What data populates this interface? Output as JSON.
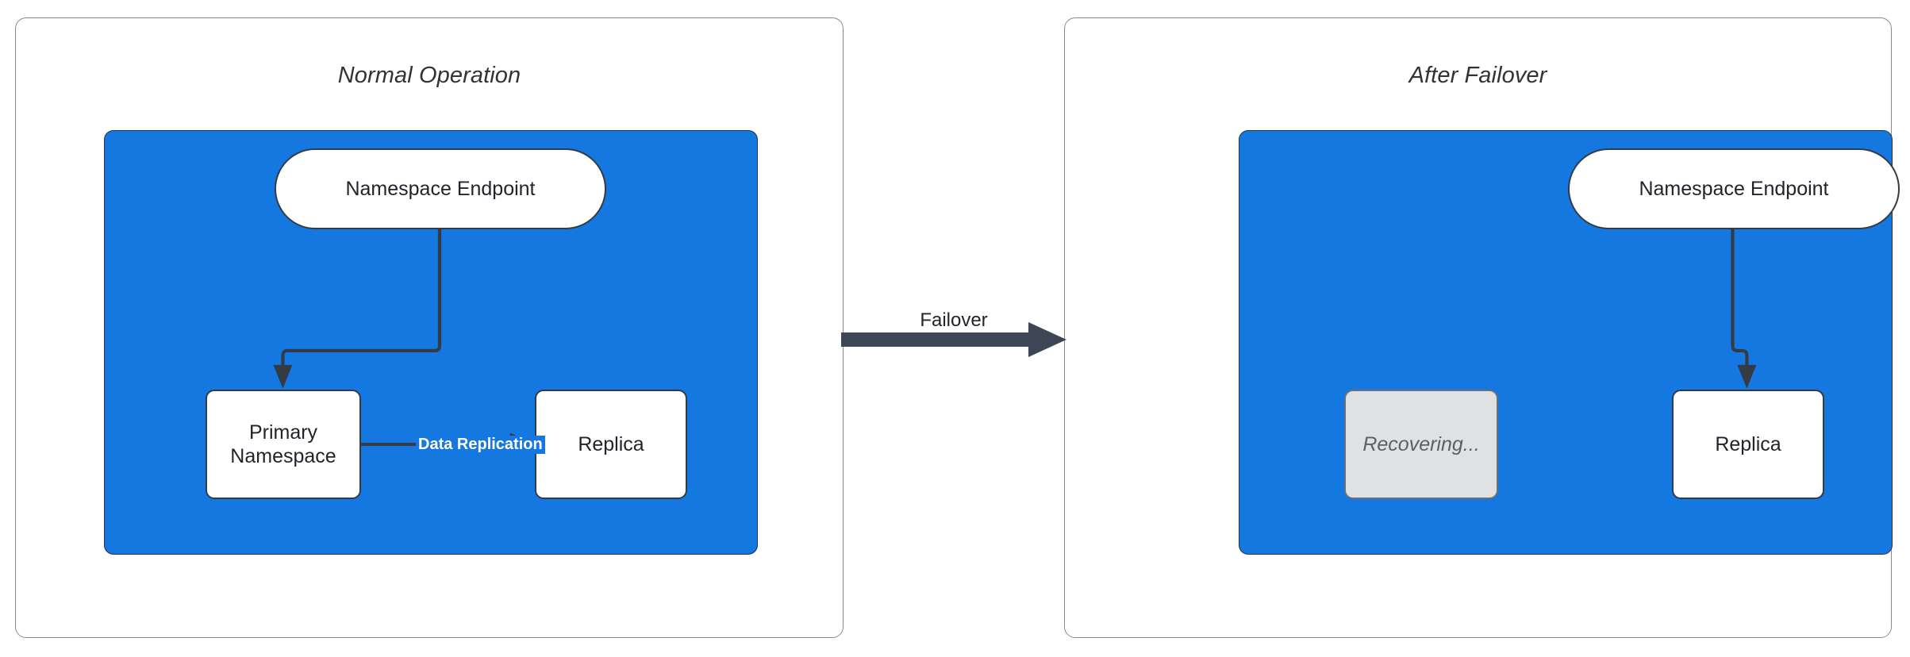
{
  "diagram": {
    "type": "failover-architecture-diagram",
    "accent_blue": "#1577e0",
    "stroke_dark": "#333b45",
    "muted_gray": "#dfe1e3"
  },
  "panels": [
    {
      "id": "normal",
      "title": "Normal Operation",
      "nodes": [
        {
          "id": "endpoint",
          "label": "Namespace Endpoint",
          "shape": "pill",
          "style": "white"
        },
        {
          "id": "primary",
          "label": "Primary\nNamespace",
          "shape": "rect",
          "style": "white"
        },
        {
          "id": "replica",
          "label": "Replica",
          "shape": "rect",
          "style": "white"
        }
      ],
      "edges": [
        {
          "from": "endpoint",
          "to": "primary",
          "label": ""
        },
        {
          "from": "primary",
          "to": "replica",
          "label": "Data Replication"
        }
      ]
    },
    {
      "id": "failover",
      "title": "After Failover",
      "nodes": [
        {
          "id": "endpoint",
          "label": "Namespace Endpoint",
          "shape": "pill",
          "style": "white"
        },
        {
          "id": "recovering",
          "label": "Recovering...",
          "shape": "rect",
          "style": "muted"
        },
        {
          "id": "replica",
          "label": "Replica",
          "shape": "rect",
          "style": "white"
        }
      ],
      "edges": [
        {
          "from": "endpoint",
          "to": "replica",
          "label": ""
        }
      ]
    }
  ],
  "transition": {
    "label": "Failover",
    "direction": "left-to-right",
    "color": "#3d4654"
  },
  "labels": {
    "primary_line1": "Primary",
    "primary_line2": "Namespace",
    "data_replication": "Data Replication"
  }
}
